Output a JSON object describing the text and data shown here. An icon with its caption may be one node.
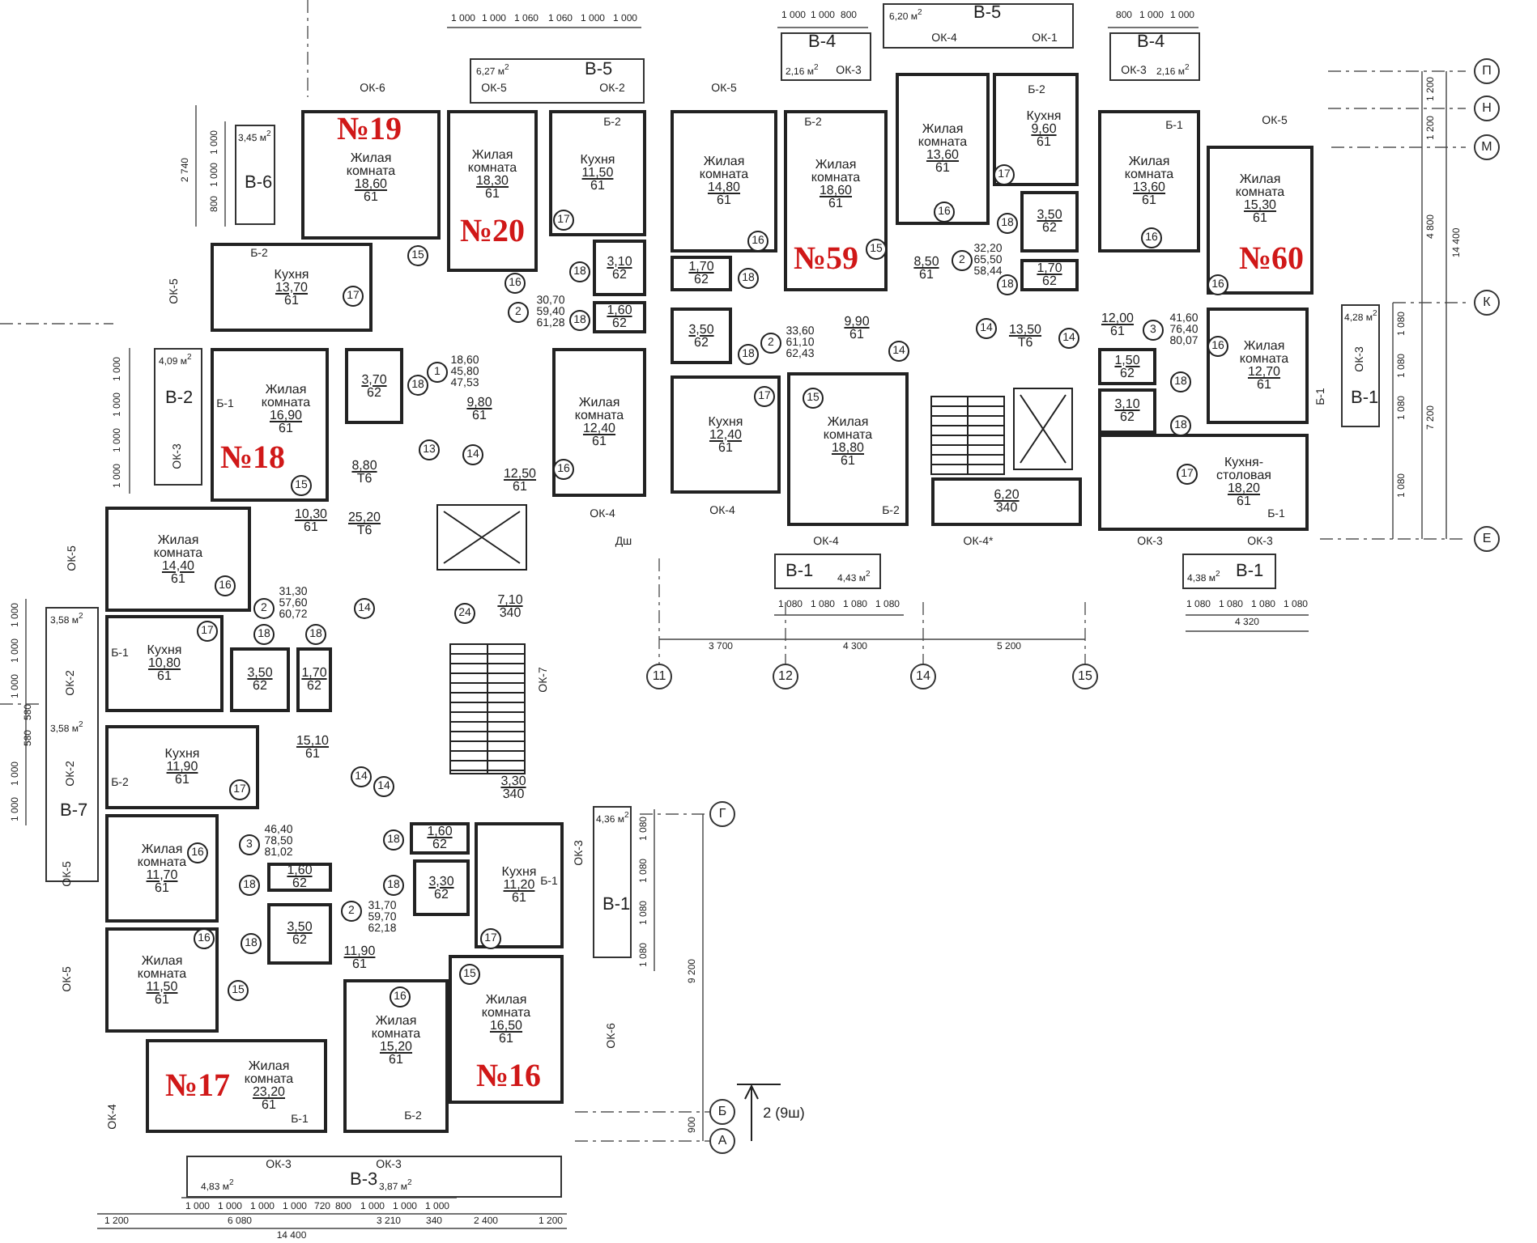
{
  "diagram": {
    "nodes": [
      {
        "text": [
          "Жилая комната",
          "18,60",
          "61"
        ]
      },
      {
        "text": [
          "Кухня",
          "13,70",
          "61"
        ]
      },
      {
        "text": [
          "Жилая комната",
          "18,30",
          "61"
        ]
      },
      {
        "text": [
          "Кухня",
          "11,50",
          "61"
        ]
      },
      {
        "text": [
          "3,10",
          "62"
        ]
      },
      {
        "text": [
          "1,60",
          "62"
        ]
      },
      {
        "text": [
          "Жилая комната",
          "12,40",
          "61"
        ]
      },
      {
        "text": [
          "12,50",
          "61"
        ]
      },
      {
        "text": [
          "9,80",
          "61"
        ]
      },
      {
        "text": [
          "3,70",
          "62"
        ]
      },
      {
        "text": [
          "Жилая комната",
          "16,90",
          "61"
        ]
      },
      {
        "text": [
          "10,30",
          "61"
        ]
      },
      {
        "text": [
          "8,80",
          "Т6"
        ]
      },
      {
        "text": [
          "25,20",
          "Т6"
        ]
      },
      {
        "text": [
          "Жилая комната",
          "14,40",
          "61"
        ]
      },
      {
        "text": [
          "Кухня",
          "10,80",
          "61"
        ]
      },
      {
        "text": [
          "3,50",
          "62"
        ]
      },
      {
        "text": [
          "1,70",
          "62"
        ]
      },
      {
        "text": [
          "15,10",
          "61"
        ]
      },
      {
        "text": [
          "Кухня",
          "11,90",
          "61"
        ]
      },
      {
        "text": [
          "Жилая комната",
          "11,70",
          "61"
        ]
      },
      {
        "text": [
          "1,60",
          "62"
        ]
      },
      {
        "text": [
          "3,50",
          "62"
        ]
      },
      {
        "text": [
          "Жилая комната",
          "11,50",
          "61"
        ]
      },
      {
        "text": [
          "Жилая комната",
          "23,20",
          "61"
        ]
      },
      {
        "text": [
          "7,10",
          "340"
        ]
      },
      {
        "text": [
          "3,30",
          "340"
        ]
      },
      {
        "text": [
          "1,60",
          "62"
        ]
      },
      {
        "text": [
          "3,30",
          "62"
        ]
      },
      {
        "text": [
          "Кухня",
          "11,20",
          "61"
        ]
      },
      {
        "text": [
          "11,90",
          "61"
        ]
      },
      {
        "text": [
          "Жилая комната",
          "15,20",
          "61"
        ]
      },
      {
        "text": [
          "Жилая комната",
          "16,50",
          "61"
        ]
      },
      {
        "text": [
          "Жилая комната",
          "14,80",
          "61"
        ]
      },
      {
        "text": [
          "1,70",
          "62"
        ]
      },
      {
        "text": [
          "3,50",
          "62"
        ]
      },
      {
        "text": [
          "9,90",
          "61"
        ]
      },
      {
        "text": [
          "Кухня",
          "12,40",
          "61"
        ]
      },
      {
        "text": [
          "Жилая комната",
          "18,80",
          "61"
        ]
      },
      {
        "text": [
          "Жилая комната",
          "18,60",
          "61"
        ]
      },
      {
        "text": [
          "Жилая комната",
          "13,60",
          "61"
        ]
      },
      {
        "text": [
          "Кухня",
          "9,60",
          "61"
        ]
      },
      {
        "text": [
          "8,50",
          "61"
        ]
      },
      {
        "text": [
          "3,50",
          "62"
        ]
      },
      {
        "text": [
          "1,70",
          "62"
        ]
      },
      {
        "text": [
          "13,50",
          "Т6"
        ]
      },
      {
        "text": [
          "Жилая комната",
          "13,60",
          "61"
        ]
      },
      {
        "text": [
          "Жилая комната",
          "15,30",
          "61"
        ]
      },
      {
        "text": [
          "12,00",
          "61"
        ]
      },
      {
        "text": [
          "Жилая комната",
          "12,70",
          "61"
        ]
      },
      {
        "text": [
          "1,50",
          "62"
        ]
      },
      {
        "text": [
          "3,10",
          "62"
        ]
      },
      {
        "text": [
          "Кухня-столовая",
          "18,20",
          "61"
        ]
      },
      {
        "text": [
          "6,20",
          "340"
        ]
      },
      {
        "text": [
          "6,27 м$^{2}$",
          "В-5"
        ]
      },
      {
        "text": [
          "3,45 м$^{2}$",
          "В-6"
        ]
      },
      {
        "text": [
          "4,09 м$^{2}$",
          "В-2"
        ]
      },
      {
        "text": [
          "3,58 м$^{2}$",
          "3,58 м$^{2}$",
          "В-7"
        ]
      },
      {
        "text": [
          "4,36 м$^{2}$",
          "В-1"
        ]
      },
      {
        "text": [
          "4,83 м$^{2}$",
          "В-3",
          "3,87 м$^{2}$"
        ]
      },
      {
        "text": [
          "В-4",
          "2,16 м$^{2}$"
        ]
      },
      {
        "text": [
          "6,20 м$^{2}$",
          "В-5"
        ]
      },
      {
        "text": [
          "В-4",
          "2,16 м$^{2}$"
        ]
      },
      {
        "text": [
          "4,28 м$^{2}$",
          "В-1"
        ]
      },
      {
        "text": [
          "В-1",
          "4,43 м$^{2}$"
        ]
      },
      {
        "text": [
          "4,38 м$^{2}$",
          "В-1"
        ]
      }
    ],
    "labels": [
      "1 000",
      "1 000",
      "1 060",
      "1 060",
      "1 000",
      "1 000",
      "1 000",
      "1 000",
      "800",
      "800",
      "1 000",
      "1 000",
      "ОК-4",
      "ОК-1",
      "ОК-6",
      "ОК-5",
      "ОК-2",
      "ОК-5",
      "ОК-3",
      "Б-2",
      "ОК-3",
      "Б-2",
      "Б-2",
      "Б-1",
      "ОК-5",
      "№19",
      "№20",
      "№59",
      "№60",
      "П",
      "Н",
      "М",
      "К",
      "Е",
      "1 200",
      "1 200",
      "4 800",
      "14 400",
      "1 080",
      "1 080",
      "1 080",
      "7 200",
      "1 080",
      "ОК-3",
      "Б-1",
      "ОК-4",
      "Б-2",
      "Б-1",
      "ОК-4",
      "ОК-4*",
      "ОК-3",
      "ОК-3",
      "1 080",
      "1 080",
      "1 080",
      "1 080",
      "1 080",
      "1 080",
      "1 080",
      "1 080",
      "4 320",
      "3 700",
      "4 300",
      "5 200",
      "11",
      "12",
      "14",
      "15",
      "2 740",
      "1 000",
      "1 000",
      "800",
      "ОК-5",
      "Б-2",
      "1 000",
      "1 000",
      "1 000",
      "1 000",
      "ОК-3",
      "Б-1",
      "№18",
      "ОК-5",
      "Б-1",
      "ОК-2",
      "ОК-2",
      "Б-2",
      "1 000",
      "1 000",
      "1 000",
      "580",
      "580",
      "1 000",
      "1 000",
      "ОК-5",
      "ОК-5",
      "ОК-4",
      "№17",
      "Б-1",
      "Б-2",
      "ОК-3",
      "ОК-3",
      "1 000",
      "1 000",
      "1 000",
      "1 000",
      "720",
      "800",
      "1 000",
      "1 000",
      "1 000",
      "1 200",
      "6 080",
      "3 210",
      "340",
      "2 400",
      "1 200",
      "14 400",
      "№16",
      "ОК-6",
      "ОК-3",
      "Б-1",
      "1 080",
      "1 080",
      "1 080",
      "1 080",
      "9 200",
      "900",
      "Г",
      "Б",
      "А",
      "2 (9ш)",
      "ОК-7",
      "ОК-4",
      "Дш",
      "1",
      "18,60 45,80 47,53",
      "2",
      "30,70 59,40 61,28",
      "2",
      "31,30 57,60 60,72",
      "3",
      "46,40 78,50 81,02",
      "2",
      "31,70 59,70 62,18",
      "2",
      "33,60 61,10 62,43",
      "2",
      "32,20 65,50 58,44",
      "3",
      "41,60 76,40 80,07",
      "15",
      "17",
      "16",
      "17",
      "18",
      "18",
      "18",
      "13",
      "14",
      "16",
      "15",
      "16",
      "17",
      "18",
      "18",
      "14",
      "24",
      "17",
      "14",
      "14",
      "16",
      "18",
      "18",
      "16",
      "15",
      "18",
      "18",
      "17",
      "16",
      "15",
      "16",
      "18",
      "18",
      "17",
      "15",
      "15",
      "16",
      "17",
      "18",
      "18",
      "14",
      "14",
      "14",
      "16",
      "16",
      "16",
      "18",
      "18",
      "17"
    ]
  }
}
